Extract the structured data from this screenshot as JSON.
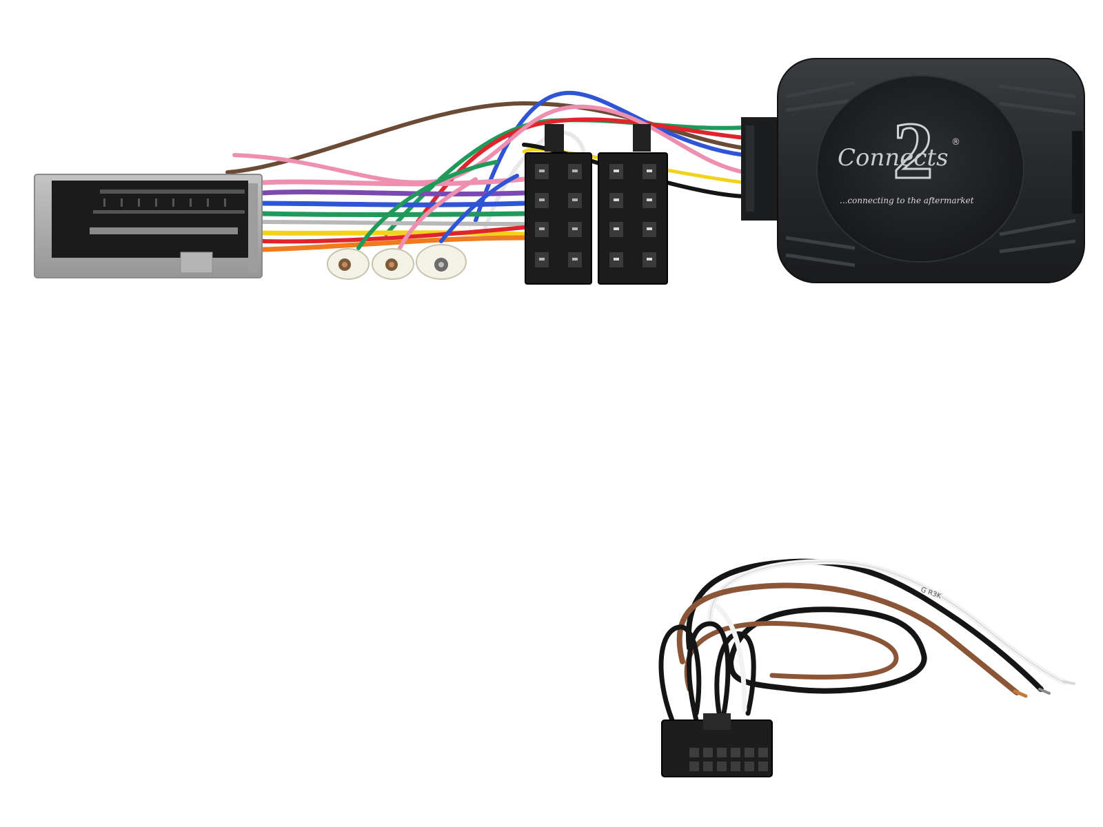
{
  "product": {
    "brand": {
      "wordmark": "Connects",
      "numeral": "2",
      "registered_mark": "®",
      "tagline": "...connecting to the aftermarket"
    },
    "wire_print": "G R3K"
  },
  "colors": {
    "module_body": "#26282b",
    "iso_connector": "#1c1c1c",
    "vehicle_connector": "#a9a9a9",
    "wire_pink": "#ef8fb0",
    "wire_green": "#1f9a5a",
    "wire_blue": "#2f55d6",
    "wire_red": "#e0242c",
    "wire_brown": "#6b4a36",
    "wire_yellow": "#f2d21a",
    "wire_orange": "#f07a1e",
    "wire_purple": "#7a4ab0",
    "wire_white": "#f2f2f2",
    "wire_black": "#151515"
  }
}
